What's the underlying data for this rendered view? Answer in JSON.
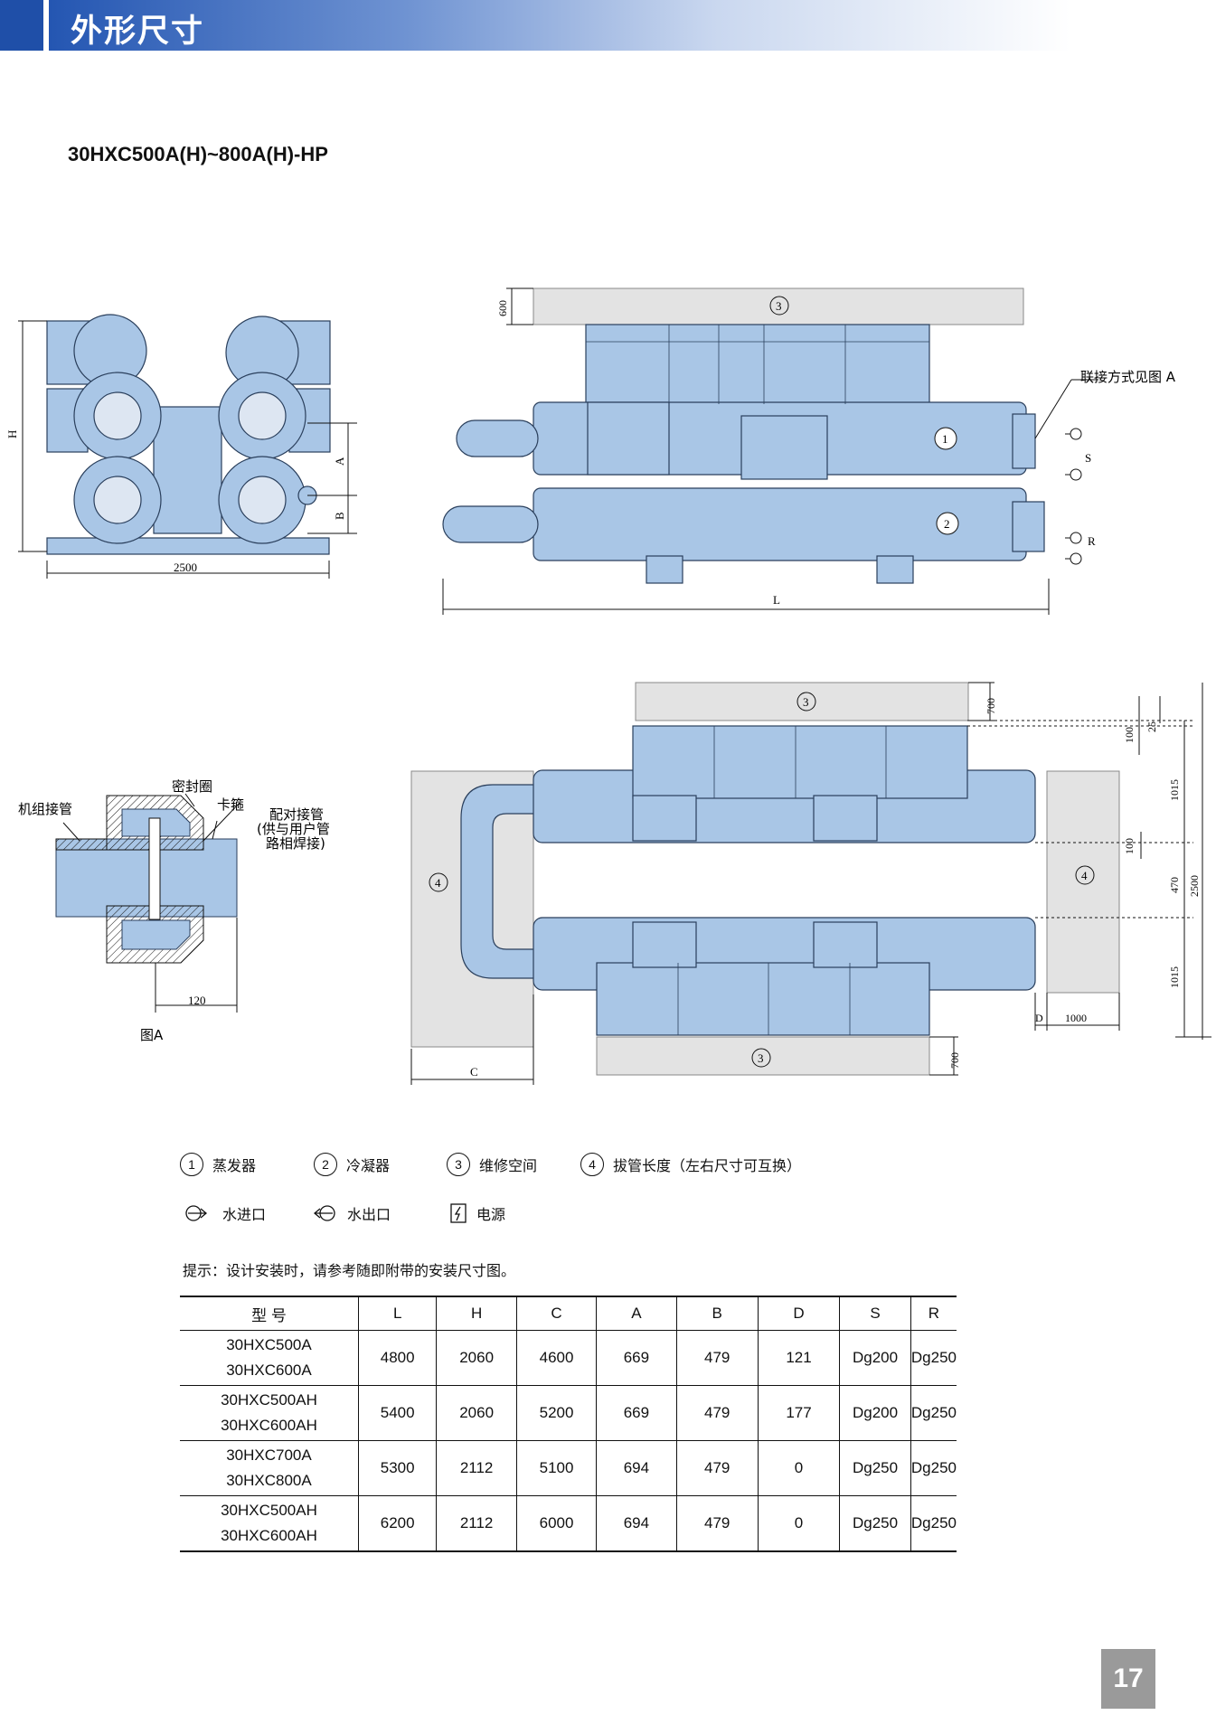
{
  "header": {
    "title": "外形尺寸"
  },
  "model_title": "30HXC500A(H)~800A(H)-HP",
  "front_view": {
    "width_label": "2500",
    "h_label": "H",
    "a_label": "A",
    "b_label": "B"
  },
  "side_view": {
    "top_clear": "600",
    "clear_num": "3",
    "evap_num": "1",
    "cond_num": "2",
    "l_label": "L",
    "connect_note": "联接方式见图 A",
    "s_label": "S",
    "r_label": "R"
  },
  "detail_a": {
    "unit_pipe": "机组接管",
    "seal": "密封圈",
    "clamp": "卡箍",
    "mate_pipe_1": "配对接管",
    "mate_pipe_2": "(供与用户管",
    "mate_pipe_3": "路相焊接)",
    "dim": "120",
    "caption": "图A"
  },
  "plan_view": {
    "top_clear": "700",
    "bottom_clear": "700",
    "clear_num": "3",
    "pull_num": "4",
    "dim_100a": "100",
    "dim_25": "25",
    "dim_1015a": "1015",
    "dim_100b": "100",
    "dim_470": "470",
    "dim_2500": "2500",
    "dim_1015b": "1015",
    "d_label": "D",
    "dim_1000": "1000",
    "c_label": "C"
  },
  "legend": {
    "evap_num": "1",
    "evap": "蒸发器",
    "cond_num": "2",
    "cond": "冷凝器",
    "maint_num": "3",
    "maint": "维修空间",
    "pull_num": "4",
    "pull": "拔管长度（左右尺寸可互换）",
    "water_in": "水进口",
    "water_out": "水出口",
    "power": "电源"
  },
  "tip": "提示：设计安装时，请参考随即附带的安装尺寸图。",
  "table": {
    "headers": [
      "型 号",
      "L",
      "H",
      "C",
      "A",
      "B",
      "D",
      "S",
      "R"
    ],
    "rows": [
      {
        "m1": "30HXC500A",
        "m2": "30HXC600A",
        "L": "4800",
        "H": "2060",
        "C": "4600",
        "A": "669",
        "B": "479",
        "D": "121",
        "S": "Dg200",
        "R": "Dg250"
      },
      {
        "m1": "30HXC500AH",
        "m2": "30HXC600AH",
        "L": "5400",
        "H": "2060",
        "C": "5200",
        "A": "669",
        "B": "479",
        "D": "177",
        "S": "Dg200",
        "R": "Dg250"
      },
      {
        "m1": "30HXC700A",
        "m2": "30HXC800A",
        "L": "5300",
        "H": "2112",
        "C": "5100",
        "A": "694",
        "B": "479",
        "D": "0",
        "S": "Dg250",
        "R": "Dg250"
      },
      {
        "m1": "30HXC500AH",
        "m2": "30HXC600AH",
        "L": "6200",
        "H": "2112",
        "C": "6000",
        "A": "694",
        "B": "479",
        "D": "0",
        "S": "Dg250",
        "R": "Dg250"
      }
    ]
  },
  "page_number": "17",
  "colors": {
    "header_blue": "#1f4fa8",
    "unit_fill": "#a9c6e6",
    "unit_stroke": "#2a3f5c",
    "clearance": "#e3e3e3"
  }
}
